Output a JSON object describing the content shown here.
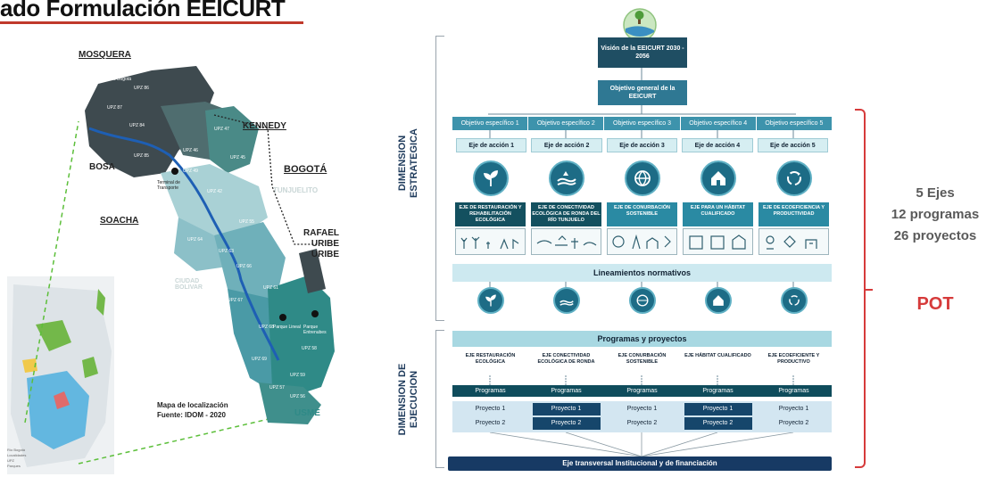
{
  "title": "ado Formulación EEICURT",
  "map": {
    "labels": {
      "mosquera": "MOSQUERA",
      "kennedy": "KENNEDY",
      "bosa": "BOSA",
      "bogota": "BOGOTÁ",
      "tunjuelito": "TUNJUELITO",
      "soacha": "SOACHA",
      "rafael": "RAFAEL URIBE URIBE",
      "ciudad_bolivar": "CIUDAD BOLIVAR",
      "usme": "USME",
      "rio_bogota": "Río Bogotá",
      "terminal": "Terminal de Transporte",
      "parque_entre_nubes": "Parque Entrenubes",
      "parque_lineal": "Parque Lineal"
    },
    "upz": [
      "UPZ 86",
      "UPZ 87",
      "UPZ 84",
      "UPZ 85",
      "UPZ 46",
      "UPZ 47",
      "UPZ 45",
      "UPZ 49",
      "UPZ 42",
      "UPZ 64",
      "UPZ 63",
      "UPZ 66",
      "UPZ 67",
      "UPZ 68",
      "UPZ 69",
      "UPZ 58",
      "UPZ 59",
      "UPZ 57",
      "UPZ 56",
      "UPZ 55",
      "UPZ 61"
    ],
    "caption_line1": "Mapa de localización",
    "caption_line2": "Fuente: IDOM - 2020",
    "inset_legend": [
      "Río Bogotá",
      "Localidades",
      "UPZ",
      "Parques"
    ]
  },
  "diagram": {
    "dimension_strategic": [
      "DIMENSION",
      "ESTRATEGICA"
    ],
    "dimension_execution": [
      "DIMENSION DE",
      "EJECUCION"
    ],
    "vision": "Visión de la EEICURT 2030 - 2056",
    "objetivo_general": "Objetivo general de la EEICURT",
    "objetivos": [
      "Objetivo específico 1",
      "Objetivo específico 2",
      "Objetivo específico 3",
      "Objetivo específico 4",
      "Objetivo específico 5"
    ],
    "ejes_accion": [
      "Eje de acción 1",
      "Eje de acción 2",
      "Eje de acción 3",
      "Eje de acción 4",
      "Eje de acción 5"
    ],
    "ejes_titulos": [
      "EJE DE RESTAURACIÓN Y REHABILITACIÓN ECOLÓGICA",
      "EJE DE CONECTIVIDAD ECOLÓGICA DE RONDA DEL RÍO TUNJUELO",
      "EJE DE CONURBACIÓN SOSTENIBLE",
      "EJE PARA UN HÁBITAT CUALIFICADO",
      "EJE DE ECOEFICIENCIA Y PRODUCTIVIDAD"
    ],
    "ejes_colores": [
      "#13505f",
      "#13505f",
      "#2a8aa3",
      "#2a8aa3",
      "#2a8aa3"
    ],
    "eje_icons": [
      "plant-icon",
      "river-icon",
      "globe-icon",
      "house-icon",
      "recycle-icon"
    ],
    "lineamientos": "Lineamientos normativos",
    "programas_proyectos": "Programas y proyectos",
    "ejecucion_ejes": [
      "EJE RESTAURACIÓN ECOLÓGICA",
      "EJE CONECTIVIDAD ECOLÓGICA DE RONDA",
      "EJE CONURBACIÓN SOSTENIBLE",
      "EJE HÁBITAT CUALIFICADO",
      "EJE ECOEFICIENTE Y PRODUCTIVO"
    ],
    "programas": [
      "Programas",
      "Programas",
      "Programas",
      "Programas",
      "Programas"
    ],
    "proyectos": [
      [
        "Proyecto 1",
        "Proyecto 2"
      ],
      [
        "Proyecto 1",
        "Proyecto 2"
      ],
      [
        "Proyecto 1",
        "Proyecto 2"
      ],
      [
        "Proyecto 1",
        "Proyecto 2"
      ],
      [
        "Proyecto 1",
        "Proyecto 2"
      ]
    ],
    "transversal": "Eje transversal  Institucional y de financiación"
  },
  "summary": {
    "ejes": "5 Ejes",
    "programas": "12 programas",
    "proyectos": "26 proyectos",
    "pot": "POT"
  },
  "colors": {
    "accent_red": "#d63b3b",
    "dark_teal": "#1f4e63",
    "teal": "#3d93ac",
    "navy": "#173a64"
  }
}
